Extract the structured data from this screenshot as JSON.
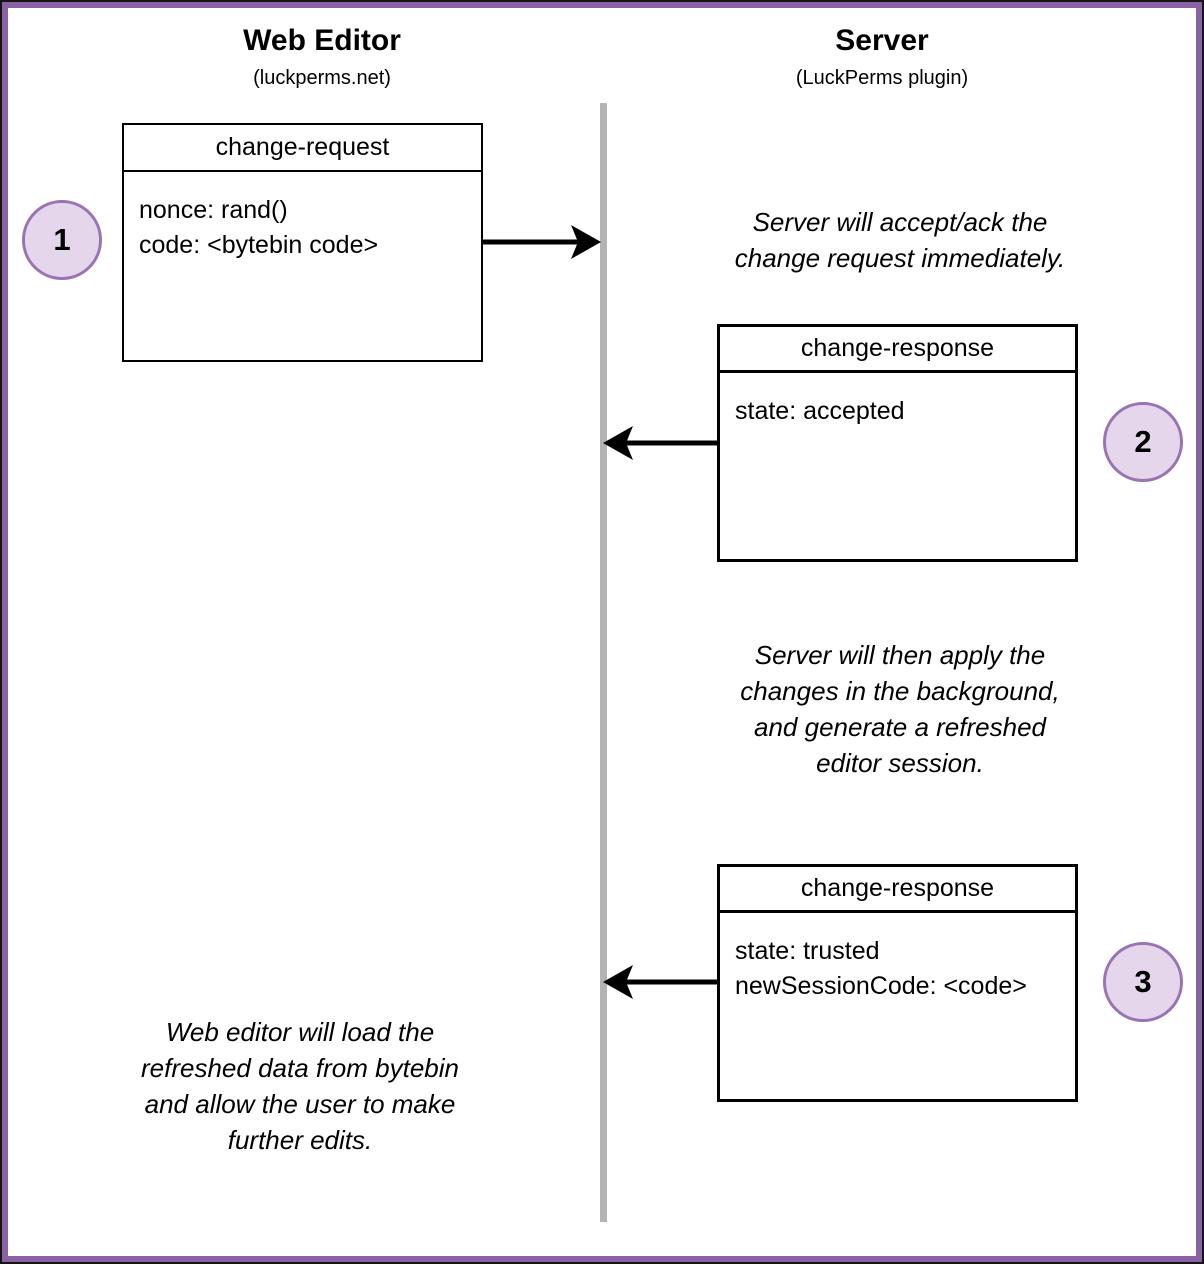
{
  "diagram": {
    "participants": {
      "left": {
        "title": "Web Editor",
        "subtitle": "(luckperms.net)"
      },
      "right": {
        "title": "Server",
        "subtitle": "(LuckPerms plugin)"
      }
    },
    "messages": {
      "change_request": {
        "title": "change-request",
        "fields": [
          "nonce: rand()",
          "code: <bytebin code>"
        ]
      },
      "change_response_1": {
        "title": "change-response",
        "fields": [
          "state: accepted"
        ]
      },
      "change_response_2": {
        "title": "change-response",
        "fields": [
          "state: trusted",
          "newSessionCode: <code>"
        ]
      }
    },
    "steps": {
      "step1": "1",
      "step2": "2",
      "step3": "3"
    },
    "notes": {
      "note1": {
        "lines": [
          "Server will accept/ack the",
          "change request immediately."
        ]
      },
      "note2": {
        "lines": [
          "Server will then apply the",
          "changes in the background,",
          "and generate a refreshed",
          "editor session."
        ]
      },
      "note3": {
        "lines": [
          "Web editor will load the",
          "refreshed data from bytebin",
          "and allow the user to make",
          "further edits."
        ]
      }
    },
    "colors": {
      "frame_border": "#8a62a3",
      "outer_edge": "#141414",
      "lifeline": "#b3b3b3",
      "step_circle_fill": "#e5d6ec",
      "step_circle_border": "#9a73b5",
      "box_border": "#000000",
      "text": "#000000",
      "background": "#ffffff"
    }
  }
}
